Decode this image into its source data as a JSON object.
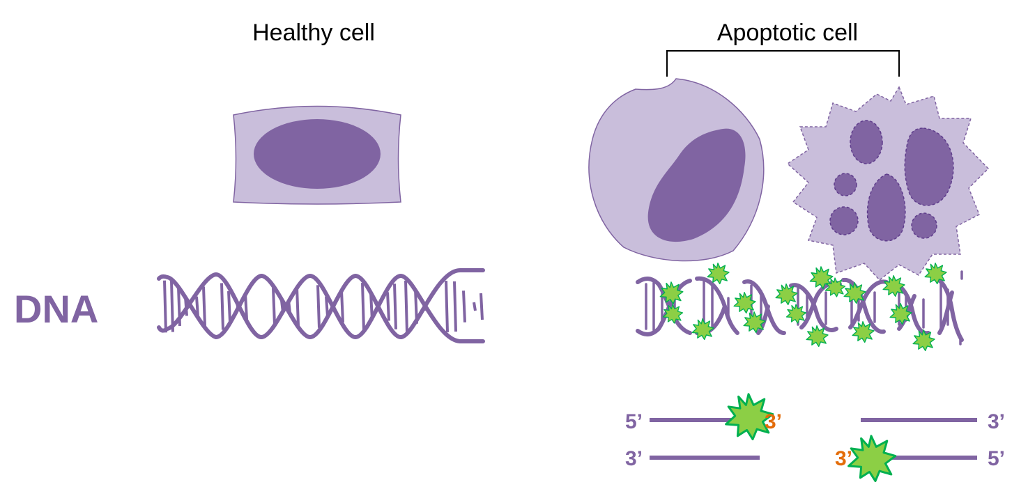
{
  "titles": {
    "healthy": "Healthy cell",
    "apoptotic": "Apoptotic cell"
  },
  "dna_label": "DNA",
  "strands": {
    "left_top_start": "5’",
    "left_top_end": "3’",
    "left_bottom_start": "3’",
    "right_top_end": "3’",
    "right_bottom_start": "3’",
    "right_bottom_end": "5’"
  },
  "colors": {
    "cytoplasm": "#c9bedb",
    "nucleus": "#8064a2",
    "dna": "#8064a2",
    "label_purple": "#8064a2",
    "end_orange": "#e36c09",
    "marker_fill": "#8ccf45",
    "marker_stroke": "#00b050"
  },
  "icons": [
    "healthy-cell-icon",
    "apoptotic-cell-icon",
    "fragmented-cell-icon",
    "dna-helix-icon",
    "fragmented-dna-icon",
    "label-burst-icon"
  ]
}
